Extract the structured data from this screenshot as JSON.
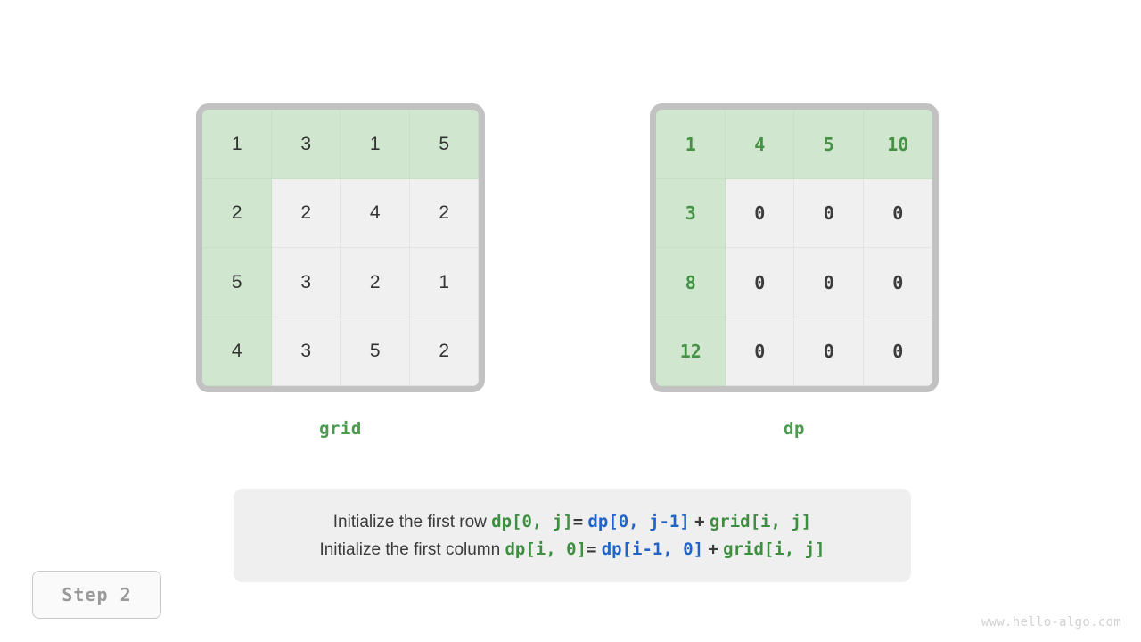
{
  "grid_matrix": {
    "label": "grid",
    "rows": [
      [
        "1",
        "3",
        "1",
        "5"
      ],
      [
        "2",
        "2",
        "4",
        "2"
      ],
      [
        "5",
        "3",
        "2",
        "1"
      ],
      [
        "4",
        "3",
        "5",
        "2"
      ]
    ],
    "highlight": "first-row-and-first-column"
  },
  "dp_matrix": {
    "label": "dp",
    "rows": [
      [
        "1",
        "4",
        "5",
        "10"
      ],
      [
        "3",
        "0",
        "0",
        "0"
      ],
      [
        "8",
        "0",
        "0",
        "0"
      ],
      [
        "12",
        "0",
        "0",
        "0"
      ]
    ],
    "highlight": "first-row-and-first-column"
  },
  "caption": {
    "line1": {
      "text": "Initialize the first row ",
      "code1": "dp[0, j]",
      "eq": "=",
      "code2": "dp[0, j-1]",
      "plus": "+",
      "code3": "grid[i, j]"
    },
    "line2": {
      "text": "Initialize the first column ",
      "code1": "dp[i, 0]",
      "eq": "=",
      "code2": "dp[i-1, 0]",
      "plus": "+",
      "code3": "grid[i, j]"
    }
  },
  "step_badge": "Step 2",
  "watermark": "www.hello-algo.com",
  "colors": {
    "highlight_green_bg": "#d0e6cf",
    "code_green": "#3e8e41",
    "code_blue": "#2163c6",
    "label_green": "#4b9a4f",
    "cell_bg": "#f0f0f0",
    "border_gray": "#c2c2c2"
  }
}
